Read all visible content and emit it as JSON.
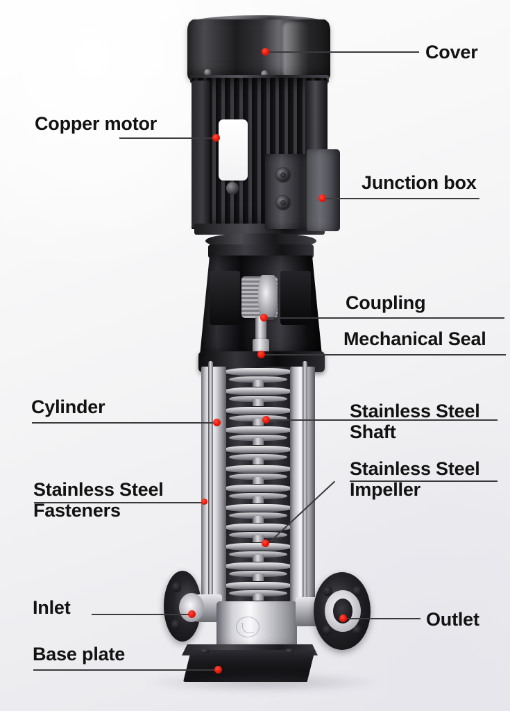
{
  "diagram": {
    "title": "Vertical Multistage Pump Cutaway",
    "subject": "vertical multistage centrifugal pump",
    "background_colors": {
      "top_left": "#fdfdfd",
      "bottom_right": "#e7e7ec"
    },
    "leader_line_color": "#3a3a3c",
    "callout_dot_color": "#e8170b",
    "label_text_color": "#121212"
  },
  "callouts": [
    {
      "id": "cover",
      "label": "Cover",
      "side": "right",
      "line_style": "horizontal",
      "label_lines": [
        "Cover"
      ]
    },
    {
      "id": "copper-motor",
      "label": "Copper motor",
      "side": "left",
      "line_style": "underline",
      "label_lines": [
        "Copper motor"
      ]
    },
    {
      "id": "junction-box",
      "label": "Junction box",
      "side": "right",
      "line_style": "underline",
      "label_lines": [
        "Junction box"
      ]
    },
    {
      "id": "coupling",
      "label": "Coupling",
      "side": "right",
      "line_style": "underline",
      "label_lines": [
        "Coupling"
      ]
    },
    {
      "id": "mechanical-seal",
      "label": "Mechanical Seal",
      "side": "right",
      "line_style": "underline",
      "label_lines": [
        "Mechanical Seal"
      ]
    },
    {
      "id": "cylinder",
      "label": "Cylinder",
      "side": "left",
      "line_style": "underline",
      "label_lines": [
        "Cylinder"
      ]
    },
    {
      "id": "stainless-steel-shaft",
      "label": "Stainless Steel Shaft",
      "side": "right",
      "line_style": "underline",
      "label_lines": [
        "Stainless Steel",
        "Shaft"
      ]
    },
    {
      "id": "stainless-steel-impeller",
      "label": "Stainless Steel Impeller",
      "side": "right",
      "line_style": "diagonal",
      "label_lines": [
        "Stainless Steel",
        "Impeller"
      ]
    },
    {
      "id": "stainless-steel-fasteners",
      "label": "Stainless Steel Fasteners",
      "side": "left",
      "line_style": "underline",
      "label_lines": [
        "Stainless Steel",
        "Fasteners"
      ]
    },
    {
      "id": "inlet",
      "label": "Inlet",
      "side": "left",
      "line_style": "horizontal",
      "label_lines": [
        "Inlet"
      ]
    },
    {
      "id": "outlet",
      "label": "Outlet",
      "side": "right",
      "line_style": "horizontal",
      "label_lines": [
        "Outlet"
      ]
    },
    {
      "id": "base-plate",
      "label": "Base plate",
      "side": "left",
      "line_style": "underline",
      "label_lines": [
        "Base plate"
      ]
    }
  ]
}
